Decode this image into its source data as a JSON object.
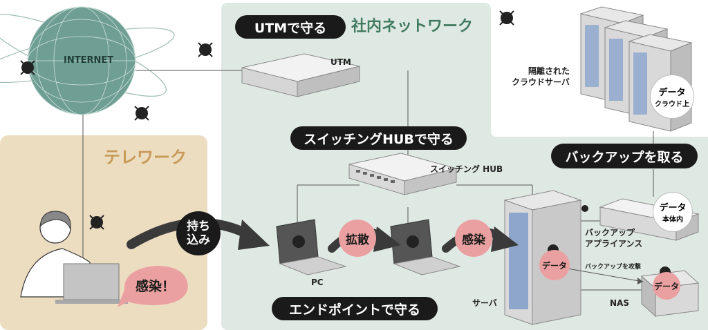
{
  "internet": {
    "label": "INTERNET"
  },
  "network": {
    "title": "社内ネットワーク"
  },
  "telework": {
    "title": "テレワーク"
  },
  "pills": {
    "utm": "UTMで守る",
    "switch": "スイッチングHUBで守る",
    "backup": "バックアップを取る",
    "endpoint": "エンドポイントで守る"
  },
  "devices": {
    "utm": "UTM",
    "switch_hub": "スイッチング HUB",
    "pc": "PC",
    "server": "サーバ",
    "nas": "NAS",
    "cloud_line1": "隔離された",
    "cloud_line2": "クラウドサーバ",
    "appliance_line1": "バックアップ",
    "appliance_line2": "アプライアンス"
  },
  "badges": {
    "bring_in_line1": "持ち",
    "bring_in_line2": "込み",
    "spread": "拡散",
    "infection": "感染",
    "infection_bubble": "感染！"
  },
  "data_labels": {
    "data": "データ",
    "cloud_top": "クラウド上",
    "appliance_local": "本体内",
    "attack": "バックアップを攻撃"
  },
  "colors": {
    "network_bg": "#dfe9e4",
    "telework_bg": "#ecdcc0",
    "telework_title": "#c79a58",
    "network_title": "#3f7a5e",
    "pill_bg": "#1a1a1a",
    "badge_pink": "#eaa0a0",
    "arrow": "#3a3a3a"
  }
}
